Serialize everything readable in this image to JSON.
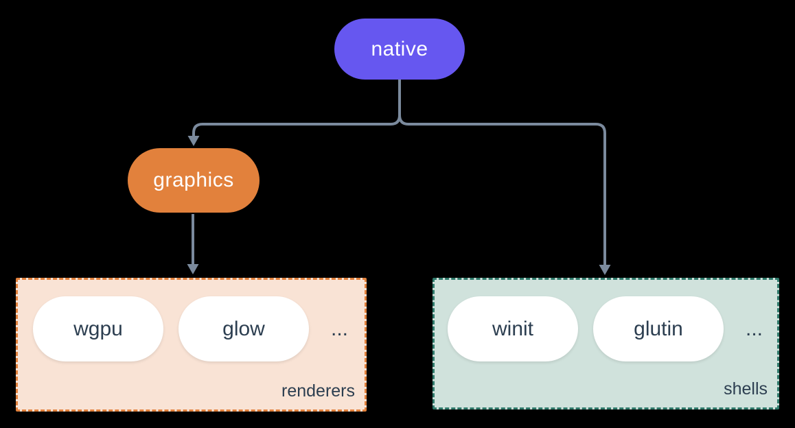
{
  "diagram": {
    "root_node": {
      "label": "native"
    },
    "graphics_node": {
      "label": "graphics"
    },
    "renderers_group": {
      "label": "renderers",
      "items": [
        {
          "label": "wgpu"
        },
        {
          "label": "glow"
        }
      ],
      "ellipsis": "..."
    },
    "shells_group": {
      "label": "shells",
      "items": [
        {
          "label": "winit"
        },
        {
          "label": "glutin"
        }
      ],
      "ellipsis": "..."
    }
  },
  "colors": {
    "background": "#000000",
    "native-fill": "#6657f0",
    "graphics-fill": "#e2813c",
    "renderers-bg": "#f9e3d5",
    "renderers-border": "#e2813c",
    "shells-bg": "#d0e2dc",
    "shells-border": "#2f7a6b",
    "pill-bg": "#ffffff",
    "pill-text": "#2c3e50",
    "node-text": "#ffffff",
    "line": "#7b8a9d"
  }
}
